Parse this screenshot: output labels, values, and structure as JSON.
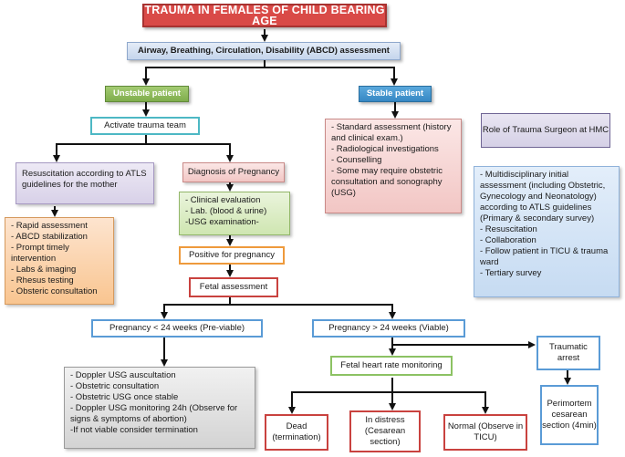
{
  "title": "TRAUMA IN FEMALES OF CHILD BEARING AGE",
  "abcd": "Airway, Breathing, Circulation, Disability (ABCD) assessment",
  "unstable": {
    "label": "Unstable patient",
    "activate": "Activate trauma team",
    "resuscitation": "Resuscitation according to ATLS guidelines for the mother",
    "mother_items": [
      "- Rapid assessment",
      "- ABCD stabilization",
      "- Prompt timely intervention",
      "- Labs & imaging",
      "- Rhesus testing",
      "- Obsteric consultation"
    ],
    "diagnosis": "Diagnosis of Pregnancy",
    "diagnosis_items": [
      "- Clinical evaluation",
      "- Lab. (blood & urine)",
      "-USG examination-"
    ],
    "positive": "Positive for pregnancy",
    "fetal_assessment": "Fetal assessment"
  },
  "stable": {
    "label": "Stable patient",
    "items": [
      "- Standard assessment (history and clinical exam.)",
      "- Radiological investigations",
      "- Counselling",
      "- Some may require obstetric consultation and sonography (USG)"
    ]
  },
  "role": {
    "heading": "Role of Trauma Surgeon at HMC",
    "items": [
      "- Multidisciplinary initial assessment (including Obstetric, Gynecology and Neonatology) according to ATLS guidelines (Primary & secondary survey)",
      "- Resuscitation",
      "- Collaboration",
      "- Follow patient in TICU & trauma ward",
      "- Tertiary survey"
    ]
  },
  "previable": {
    "label": "Pregnancy < 24 weeks (Pre-viable)",
    "items": [
      "- Doppler USG auscultation",
      "- Obstetric consultation",
      "- Obstetric USG once stable",
      "- Doppler USG monitoring 24h (Observe for signs & symptoms of abortion)",
      "-If not viable consider termination"
    ]
  },
  "viable": {
    "label": "Pregnancy > 24 weeks (Viable)",
    "fhr": "Fetal heart rate monitoring",
    "dead": "Dead (termination)",
    "distress": "In distress (Cesarean section)",
    "normal": "Normal (Observe in TICU)",
    "arrest": "Traumatic arrest",
    "perimortem": "Perimortem cesarean section (4min)"
  }
}
